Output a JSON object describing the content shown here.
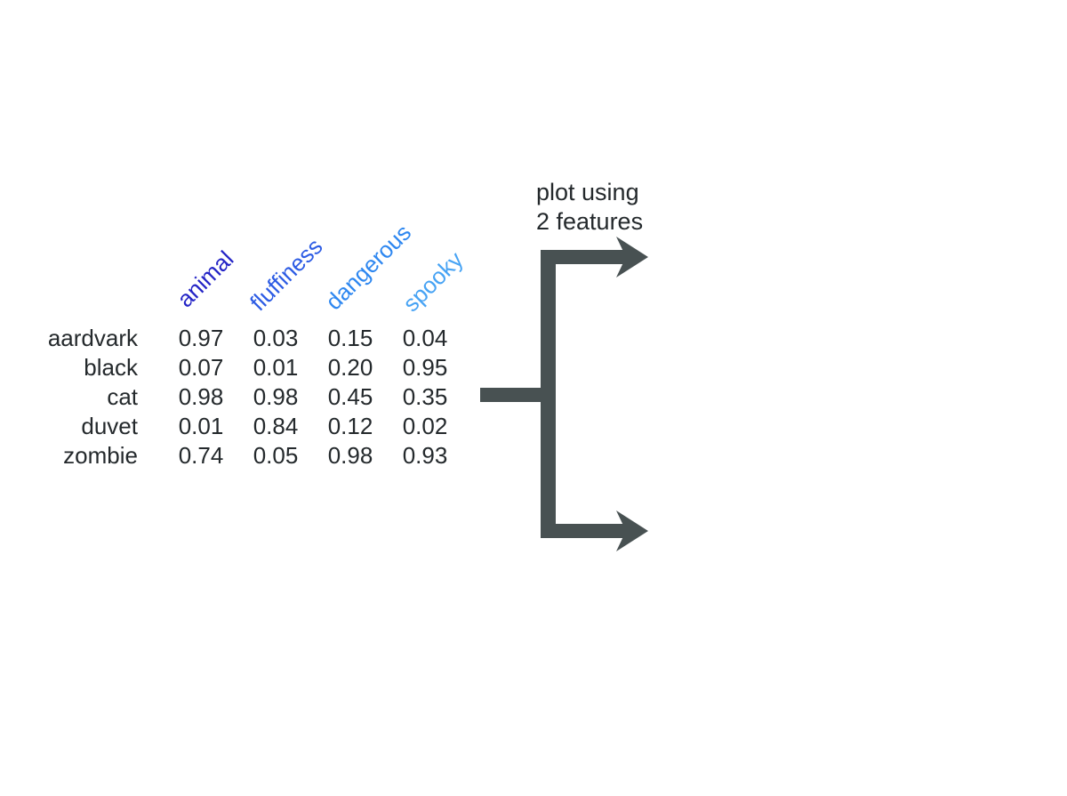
{
  "caption": {
    "line1": "plot using",
    "line2": "2 features"
  },
  "table": {
    "columns": [
      {
        "label": "animal",
        "color": "#2525c6"
      },
      {
        "label": "fluffiness",
        "color": "#2d5ce4"
      },
      {
        "label": "dangerous",
        "color": "#2e87f0"
      },
      {
        "label": "spooky",
        "color": "#47a3f4"
      }
    ],
    "rows": [
      {
        "label": "aardvark",
        "values": [
          "0.97",
          "0.03",
          "0.15",
          "0.04"
        ]
      },
      {
        "label": "black",
        "values": [
          "0.07",
          "0.01",
          "0.20",
          "0.95"
        ]
      },
      {
        "label": "cat",
        "values": [
          "0.98",
          "0.98",
          "0.45",
          "0.35"
        ]
      },
      {
        "label": "duvet",
        "values": [
          "0.01",
          "0.84",
          "0.12",
          "0.02"
        ]
      },
      {
        "label": "zombie",
        "values": [
          "0.74",
          "0.05",
          "0.98",
          "0.93"
        ]
      }
    ]
  },
  "arrow": {
    "color": "#485152",
    "branches": 2
  },
  "colors": {
    "background": "#ffffff",
    "text": "#24292c"
  }
}
